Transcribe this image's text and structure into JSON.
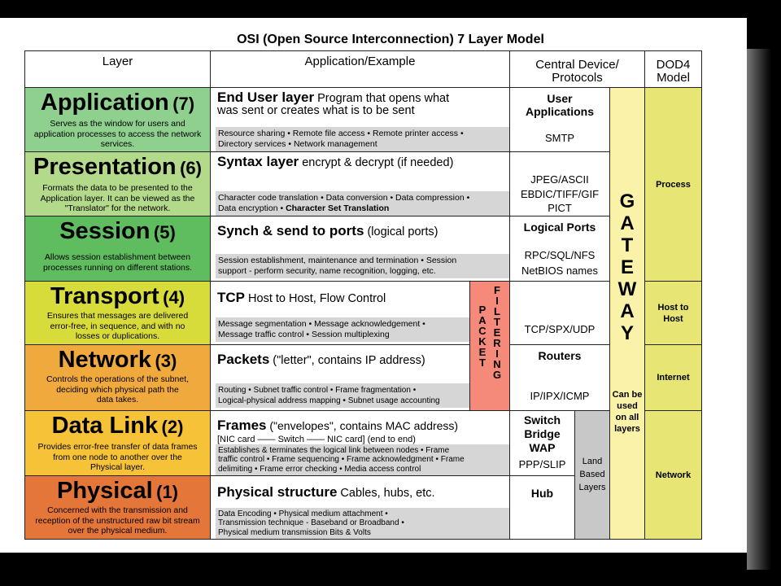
{
  "title": "OSI (Open Source Interconnection) 7 Layer Model",
  "headers": {
    "layer": "Layer",
    "application": "Application/Example",
    "central_line1": "Central Device/",
    "central_line2": "Protocols",
    "dod_line1": "DOD4",
    "dod_line2": "Model"
  },
  "colors": {
    "application": "#8fd08f",
    "presentation": "#b3d98a",
    "session": "#5fbd5f",
    "transport": "#d8dc3a",
    "network": "#f0a93d",
    "datalink": "#f5c238",
    "physical": "#e5763a",
    "gateway": "#faf2a8",
    "dod": "#e7e574",
    "packet": "#f58a7a",
    "land": "#c8c8c8",
    "detail_bg": "#d6d6d6"
  },
  "layers": {
    "application": {
      "name": "Application",
      "num": "(7)",
      "desc": [
        "Serves as the window for users and",
        "application processes to access the network",
        "services."
      ],
      "title_bold": "End User layer",
      "title_rest": " Program that opens what",
      "title_line2": "was sent or creates what is to be sent",
      "detail": [
        "Resource sharing • Remote file access • Remote printer access •",
        "Directory services • Network management"
      ]
    },
    "presentation": {
      "name": "Presentation",
      "num": "(6)",
      "desc": [
        "Formats the data to be presented to the",
        "Application layer. It can be viewed as the",
        "\"Translator\" for the network."
      ],
      "title_bold": "Syntax layer",
      "title_rest": " encrypt & decrypt (if needed)",
      "detail": [
        "Character code translation • Data conversion • Data compression •",
        "Data encryption • "
      ],
      "detail_bold": "Character Set Translation"
    },
    "session": {
      "name": "Session",
      "num": "(5)",
      "desc": [
        "Allows session establishment between",
        "processes running on different stations."
      ],
      "title_bold": "Synch & send to ports",
      "title_rest": " (logical ports)",
      "detail": [
        "Session establishment, maintenance and termination • Session",
        "support - perform security, name recognition, logging, etc."
      ]
    },
    "transport": {
      "name": "Transport",
      "num": "(4)",
      "desc": [
        "Ensures that messages are delivered",
        "error-free, in sequence, and with no",
        "losses or duplications."
      ],
      "title_bold": "TCP",
      "title_rest": " Host to Host, Flow Control",
      "detail": [
        "Message segmentation • Message acknowledgement •",
        "Message traffic control • Session multiplexing"
      ]
    },
    "network": {
      "name": "Network",
      "num": "(3)",
      "desc": [
        "Controls the operations of the subnet,",
        "deciding which physical path the",
        "data takes."
      ],
      "title_bold": "Packets",
      "title_rest": " (\"letter\", contains IP address)",
      "detail": [
        "Routing • Subnet traffic control • Frame fragmentation •",
        "Logical-physical address mapping • Subnet usage accounting"
      ]
    },
    "datalink": {
      "name": "Data Link",
      "num": "(2)",
      "desc": [
        "Provides error-free transfer of data frames",
        "from one node to another over the",
        "Physical layer."
      ],
      "title_bold": "Frames",
      "title_rest": " (\"envelopes\", contains MAC address)",
      "title_line2": "[NIC card —— Switch —— NIC card]              (end to end)",
      "detail": [
        "Establishes & terminates the logical link between nodes • Frame",
        "traffic control • Frame sequencing • Frame acknowledgment • Frame",
        "delimiting • Frame error checking • Media access control"
      ]
    },
    "physical": {
      "name": "Physical",
      "num": "(1)",
      "desc": [
        "Concerned with the transmission and",
        "reception of the unstructured raw bit stream",
        "over the physical medium."
      ],
      "title_bold": "Physical structure",
      "title_rest": " Cables, hubs, etc.",
      "detail": [
        "Data Encoding • Physical medium attachment •",
        "Transmission technique - Baseband or Broadband •",
        "Physical medium transmission Bits & Volts"
      ]
    }
  },
  "central": {
    "app_bold1": "User",
    "app_bold2": "Applications",
    "app_proto": "SMTP",
    "pres_lines": [
      "JPEG/ASCII",
      "EBDIC/TIFF/GIF",
      "PICT"
    ],
    "sess_bold": "Logical Ports",
    "sess_lines": [
      "RPC/SQL/NFS",
      "NetBIOS names"
    ],
    "transport_proto": "TCP/SPX/UDP",
    "net_bold": "Routers",
    "net_proto": "IP/IPX/ICMP",
    "dl_bold": [
      "Switch",
      "Bridge",
      "WAP"
    ],
    "dl_proto": "PPP/SLIP",
    "phys_bold": "Hub",
    "land": [
      "Land",
      "Based",
      "Layers"
    ]
  },
  "packet_filtering": {
    "word1": [
      "P",
      "A",
      "C",
      "K",
      "E",
      "T"
    ],
    "word2": [
      "F",
      "I",
      "L",
      "T",
      "E",
      "R",
      "I",
      "N",
      "G"
    ]
  },
  "gateway": {
    "letters": [
      "G",
      "A",
      "T",
      "E",
      "W",
      "A",
      "Y"
    ],
    "note": [
      "Can be",
      "used",
      "on all",
      "layers"
    ]
  },
  "dod": {
    "process": "Process",
    "host_to_host": [
      "Host to",
      "Host"
    ],
    "internet": "Internet",
    "network": "Network"
  }
}
